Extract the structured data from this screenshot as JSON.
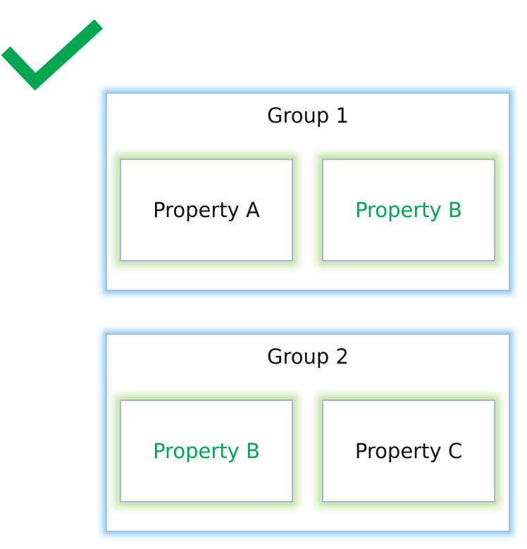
{
  "icons": {
    "checkmark": {
      "name": "checkmark-icon",
      "color": "#00a650"
    }
  },
  "colors": {
    "group_border": "#a9bce0",
    "group_glow": "#9ed3f3",
    "property_glow": "#cfe8b6",
    "text_default": "#111111",
    "text_highlight": "#00a650"
  },
  "groups": [
    {
      "title": "Group 1",
      "properties": [
        {
          "label": "Property A",
          "highlight": false
        },
        {
          "label": "Property B",
          "highlight": true
        }
      ]
    },
    {
      "title": "Group 2",
      "properties": [
        {
          "label": "Property B",
          "highlight": true
        },
        {
          "label": "Property C",
          "highlight": false
        }
      ]
    }
  ]
}
